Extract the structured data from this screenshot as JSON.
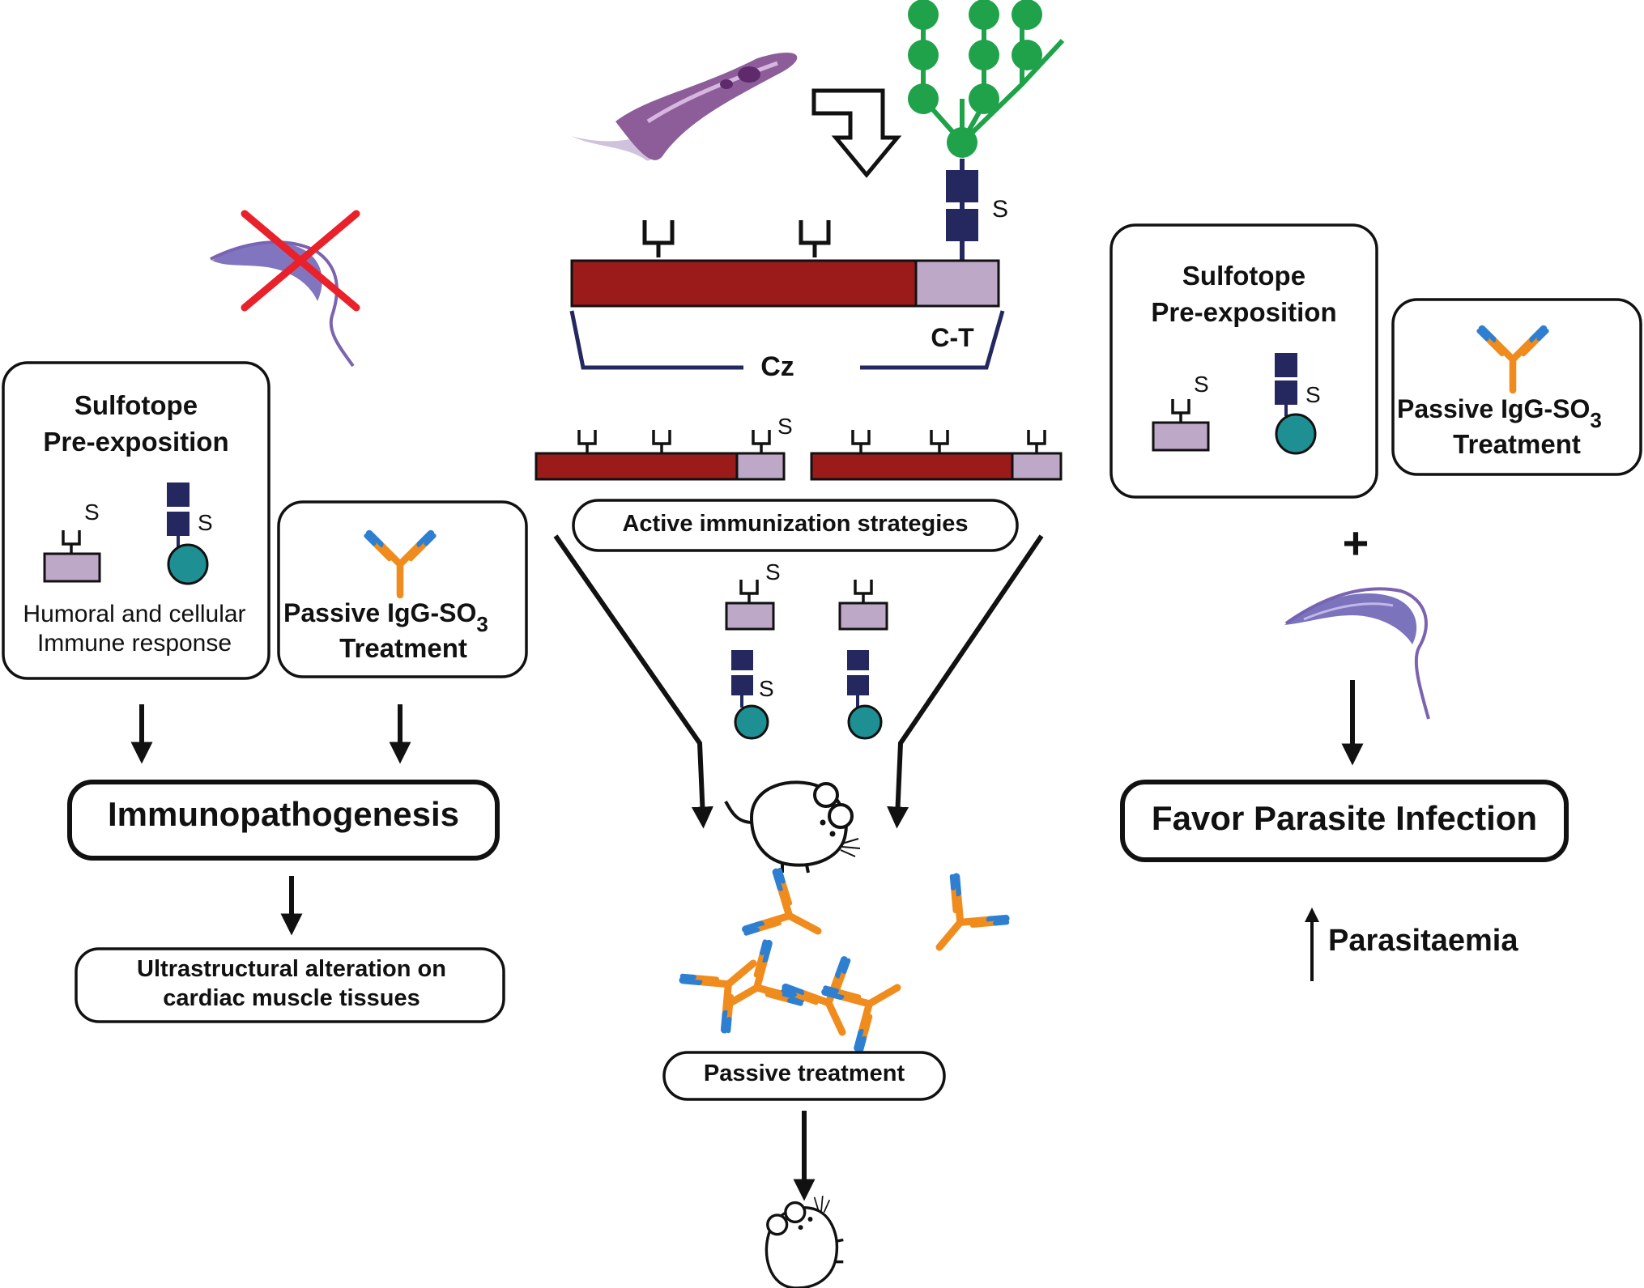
{
  "colors": {
    "cruzipain_catalytic": "#9b1a1a",
    "cruzipain_ct": "#bea8c8",
    "sulfate_block": "#24285f",
    "glycan_green": "#1fa24a",
    "teal_circle": "#1e8f92",
    "antibody_orange": "#f08c1e",
    "antibody_blue": "#2e7fd0",
    "cross_red": "#e8212a",
    "parasite_purple": "#7b63b0",
    "outline": "#111111"
  },
  "top": {
    "sulfate_label": "S",
    "ct_label": "C-T",
    "cz_label": "Cz",
    "fragment_sulfate_label": "S"
  },
  "center": {
    "active_label": "Active immunization strategies",
    "sulfotope_s1": "S",
    "sulfotope_s2": "S",
    "passive_treatment_label": "Passive treatment"
  },
  "left": {
    "sulfotope_title_1": "Sulfotope",
    "sulfotope_title_2": "Pre-exposition",
    "s1": "S",
    "s2": "S",
    "response_1": "Humoral and cellular",
    "response_2": "Immune response",
    "passive_1": "Passive IgG-SO",
    "passive_sub": "3",
    "passive_2": "Treatment",
    "immunopathogenesis": "Immunopathogenesis",
    "ultra_1": "Ultrastructural alteration on",
    "ultra_2": "cardiac muscle tissues"
  },
  "right": {
    "sulfotope_title_1": "Sulfotope",
    "sulfotope_title_2": "Pre-exposition",
    "s1": "S",
    "s2": "S",
    "passive_1": "Passive IgG-SO",
    "passive_sub": "3",
    "passive_2": "Treatment",
    "plus": "+",
    "favor": "Favor Parasite Infection",
    "parasitaemia": "Parasitaemia"
  }
}
